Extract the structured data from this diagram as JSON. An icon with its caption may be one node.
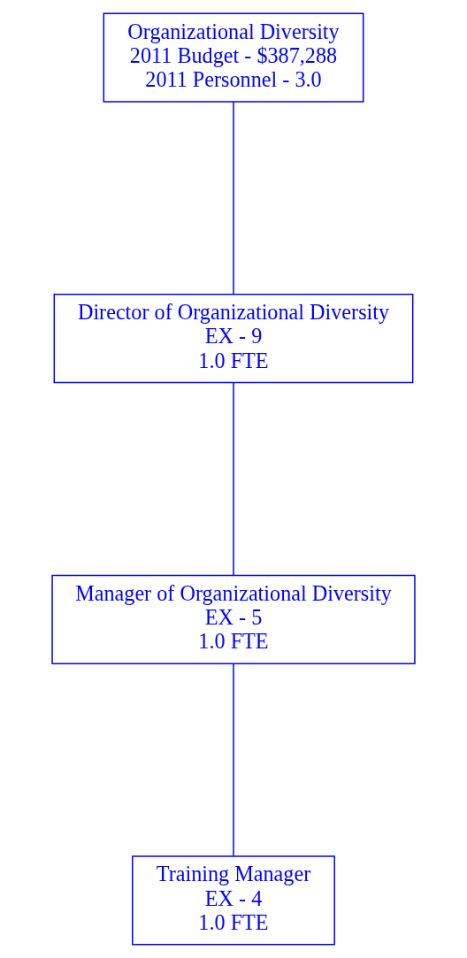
{
  "diagram": {
    "nodes": [
      {
        "text": [
          "Organizational Diversity",
          "2011 Budget - $387,288",
          "2011 Personnel - 3.0"
        ]
      },
      {
        "text": [
          "Director of Organizational Diversity",
          "EX - 9",
          "1.0 FTE"
        ]
      },
      {
        "text": [
          "Manager of Organizational Diversity",
          "EX - 5",
          "1.0 FTE"
        ]
      },
      {
        "text": [
          "Training Manager",
          "EX - 4",
          "1.0 FTE"
        ]
      }
    ],
    "edges": [
      {
        "from": 0,
        "to": 1,
        "arrow": "none"
      },
      {
        "from": 1,
        "to": 2,
        "arrow": "none"
      },
      {
        "from": 2,
        "to": 3,
        "arrow": "none"
      }
    ]
  }
}
